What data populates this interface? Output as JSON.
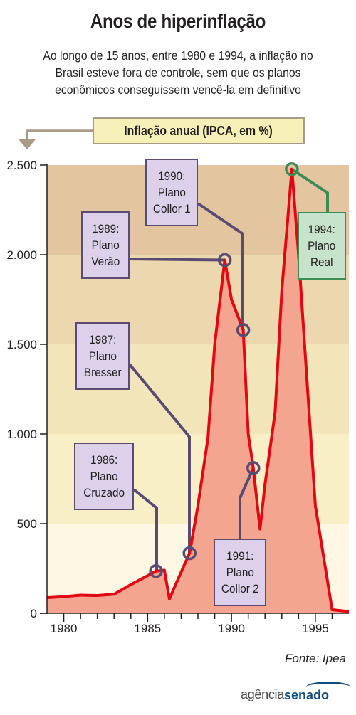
{
  "header": {
    "title": "Anos de hiperinflação",
    "subtitle": "Ao longo de 15 anos, entre 1980 e 1994, a inflação no Brasil esteve fora de controle, sem que os planos econômicos conseguissem vencê-la em definitivo"
  },
  "chart_data": {
    "type": "area",
    "ylabel": "Inflação anual (IPCA, em %)",
    "xlabel": "",
    "xlim": [
      1979,
      1997
    ],
    "ylim": [
      0,
      2500
    ],
    "x_ticks": [
      1980,
      1985,
      1990,
      1995
    ],
    "y_ticks": [
      0,
      500,
      1000,
      1500,
      2000,
      2500
    ],
    "y_tick_labels": [
      "0",
      "500",
      "1.000",
      "1.500",
      "2.000",
      "2.500"
    ],
    "x_tick_labels": [
      "1980",
      "1985",
      "1990",
      "1995"
    ],
    "x": [
      1979,
      1980,
      1981,
      1982,
      1983,
      1984,
      1985,
      1985.5,
      1986,
      1986.3,
      1987,
      1987.5,
      1988,
      1988.6,
      1989,
      1989.6,
      1990,
      1990.7,
      1991,
      1991.3,
      1991.7,
      1992,
      1992.6,
      1993,
      1993.6,
      1994,
      1995,
      1996,
      1997
    ],
    "values": [
      87,
      93,
      101,
      99,
      106,
      160,
      210,
      235,
      240,
      80,
      230,
      335,
      600,
      980,
      1500,
      1970,
      1750,
      1580,
      1000,
      810,
      470,
      720,
      1120,
      1800,
      2477,
      2000,
      600,
      20,
      10
    ],
    "line_color": "#e30613",
    "fill_color": "#f4a590",
    "bands": [
      "#fdf7e3",
      "#f8efc6",
      "#f3e5ba",
      "#ecd8ae",
      "#e3c69f"
    ],
    "annotations": [
      {
        "label": "1986:\nPlano\nCruzado",
        "x": 1985.5,
        "y": 235,
        "color": "#dcd0ea"
      },
      {
        "label": "1987:\nPlano\nBresser",
        "x": 1987.5,
        "y": 335,
        "color": "#dcd0ea"
      },
      {
        "label": "1989:\nPlano\nVerão",
        "x": 1989.6,
        "y": 1970,
        "color": "#dcd0ea"
      },
      {
        "label": "1990:\nPlano\nCollor 1",
        "x": 1990.7,
        "y": 1580,
        "color": "#dcd0ea"
      },
      {
        "label": "1991:\nPlano\nCollor 2",
        "x": 1991.3,
        "y": 810,
        "color": "#dcd0ea"
      },
      {
        "label": "1994:\nPlano\nReal",
        "x": 1993.6,
        "y": 2477,
        "color": "#c8e3cc"
      }
    ],
    "annotation_line_color": "#5b4b73",
    "real_line_color": "#3d8b57"
  },
  "footer": {
    "source": "Fonte: Ipea",
    "logo_part1": "agência",
    "logo_part2": "senado"
  }
}
